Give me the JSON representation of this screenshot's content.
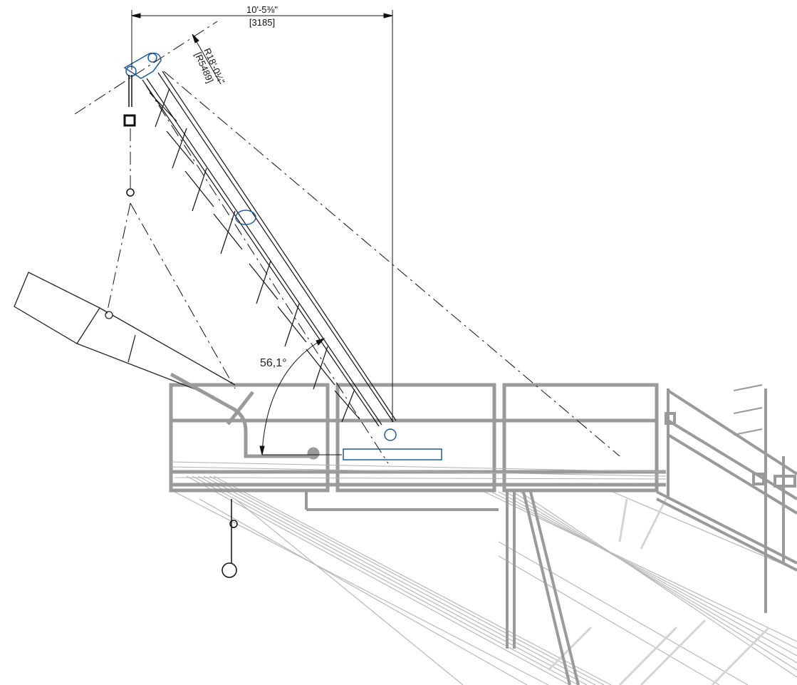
{
  "drawing": {
    "horizontal_dimension": "10'-5⅜\"",
    "horizontal_dimension_metric": "[3185]",
    "radius_dimension": "R18'-0¼\"",
    "radius_dimension_metric": "[R5489]",
    "boom_angle": "56,1°"
  },
  "colors": {
    "linework": "#111111",
    "crane_highlight": "#1f5a96",
    "structure": "#9a9a9a",
    "background_structure": "#c8c8c8"
  }
}
